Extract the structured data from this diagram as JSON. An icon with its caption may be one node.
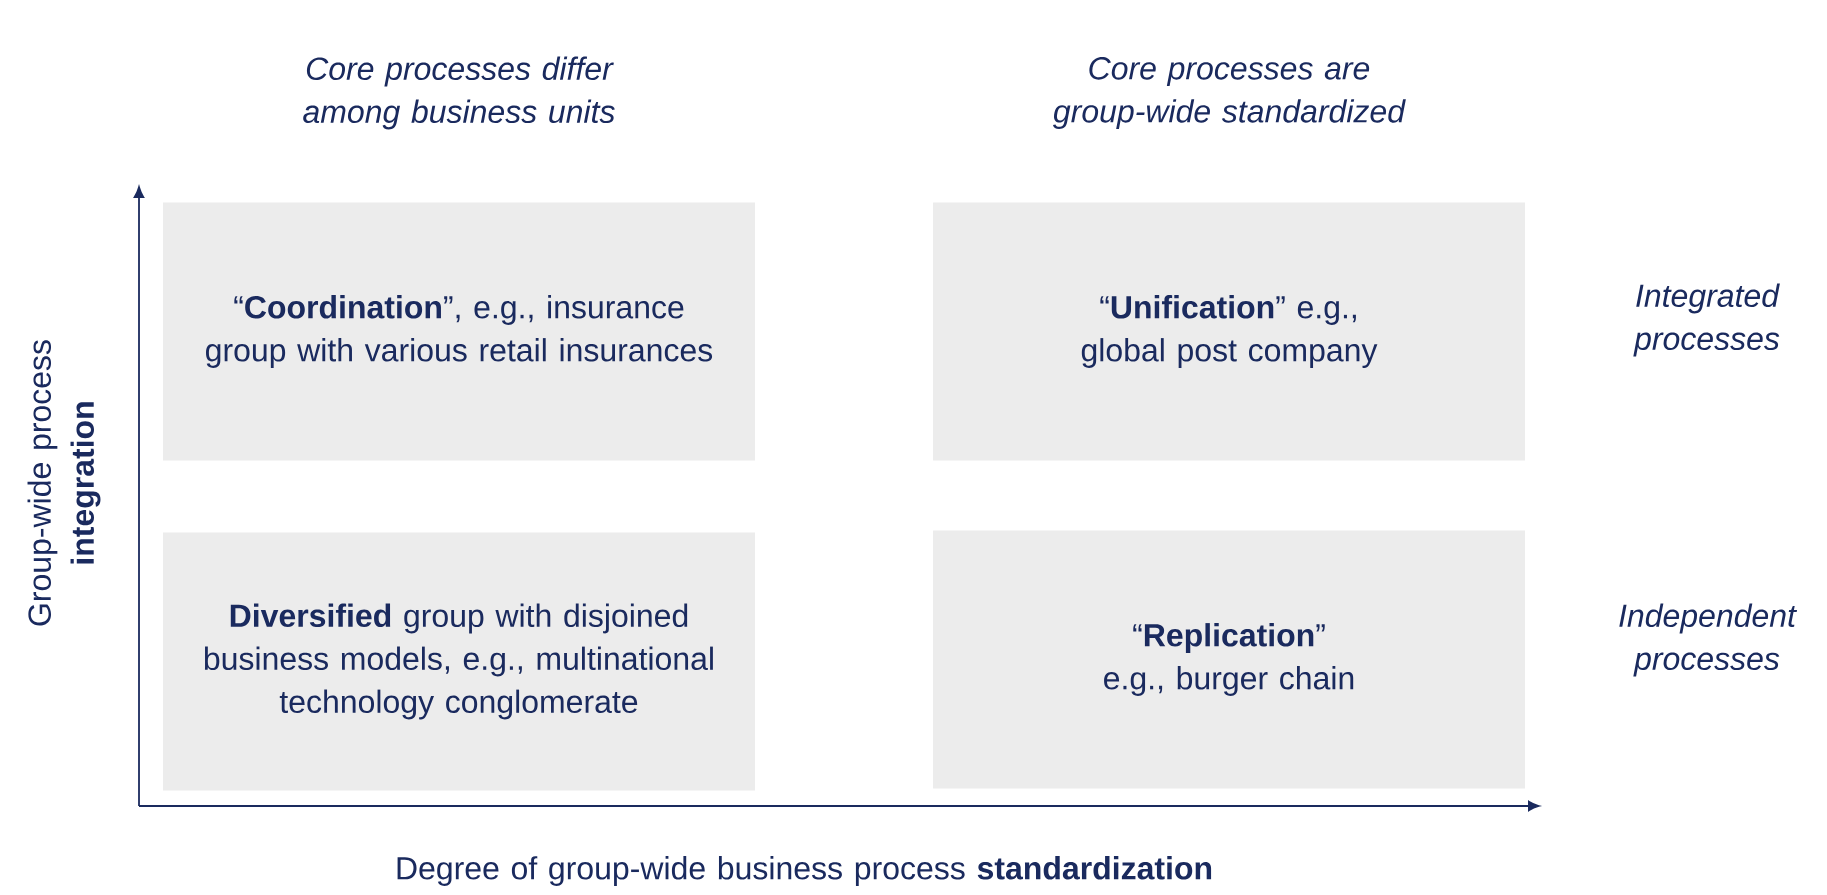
{
  "diagram": {
    "nodes": [
      {
        "text": [
          "“**Coordination**”, e.g., insurance group with various retail insurances"
        ]
      },
      {
        "text": [
          "“**Unification**” e.g., global post company"
        ]
      },
      {
        "text": [
          "**Diversified** group with disjoined business models, e.g., multinational technology conglomerate"
        ]
      },
      {
        "text": [
          "“**Replication**” e.g., burger chain"
        ]
      }
    ],
    "labels": [
      "Core processes differ among business units",
      "Core processes are group-wide standardized",
      "Integrated processes",
      "Independent processes",
      "Group-wide process **integration**",
      "Degree of group-wide business process **standardization**"
    ]
  }
}
